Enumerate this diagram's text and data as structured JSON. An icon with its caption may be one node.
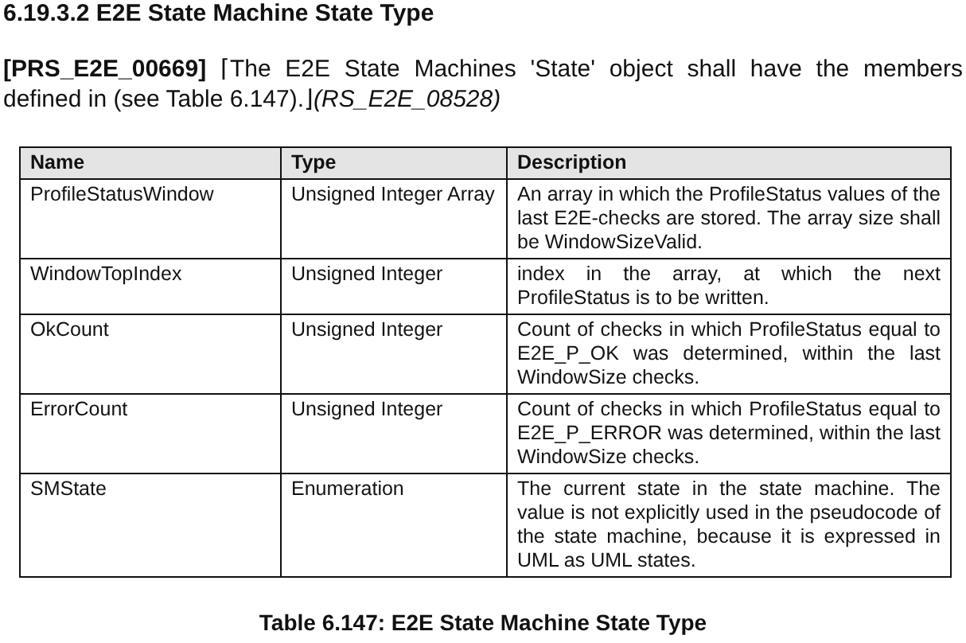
{
  "diagram": {
    "title": "6.19.3.2 E2E State Machine State Type",
    "caption": "Table 6.147: E2E State Machine State Type",
    "labels": [
      "**[PRS_E2E_00669]** ⌈The E2E State Machines 'State' object shall have the members defined in (see Table 6.147).⌋*(RS_E2E_08528)*",
      "Name",
      "Type",
      "Description",
      "ProfileStatusWindow",
      "Unsigned Integer Array",
      "An array in which the ProfileStatus values of the last E2E-checks are stored. The array size shall be WindowSizeValid.",
      "WindowTopIndex",
      "Unsigned Integer",
      "index in the array, at which the next ProfileStatus is to be written.",
      "OkCount",
      "Unsigned Integer",
      "Count of checks in which ProfileStatus equal to E2E_P_OK was determined, within the last WindowSize checks.",
      "ErrorCount",
      "Unsigned Integer",
      "Count of checks in which ProfileStatus equal to E2E_P_ERROR was determined, within the last WindowSize checks.",
      "SMState",
      "Enumeration",
      "The current state in the state machine. The value is not explicitly used in the pseudocode of the state machine, because it is expressed in UML as UML states."
    ]
  }
}
